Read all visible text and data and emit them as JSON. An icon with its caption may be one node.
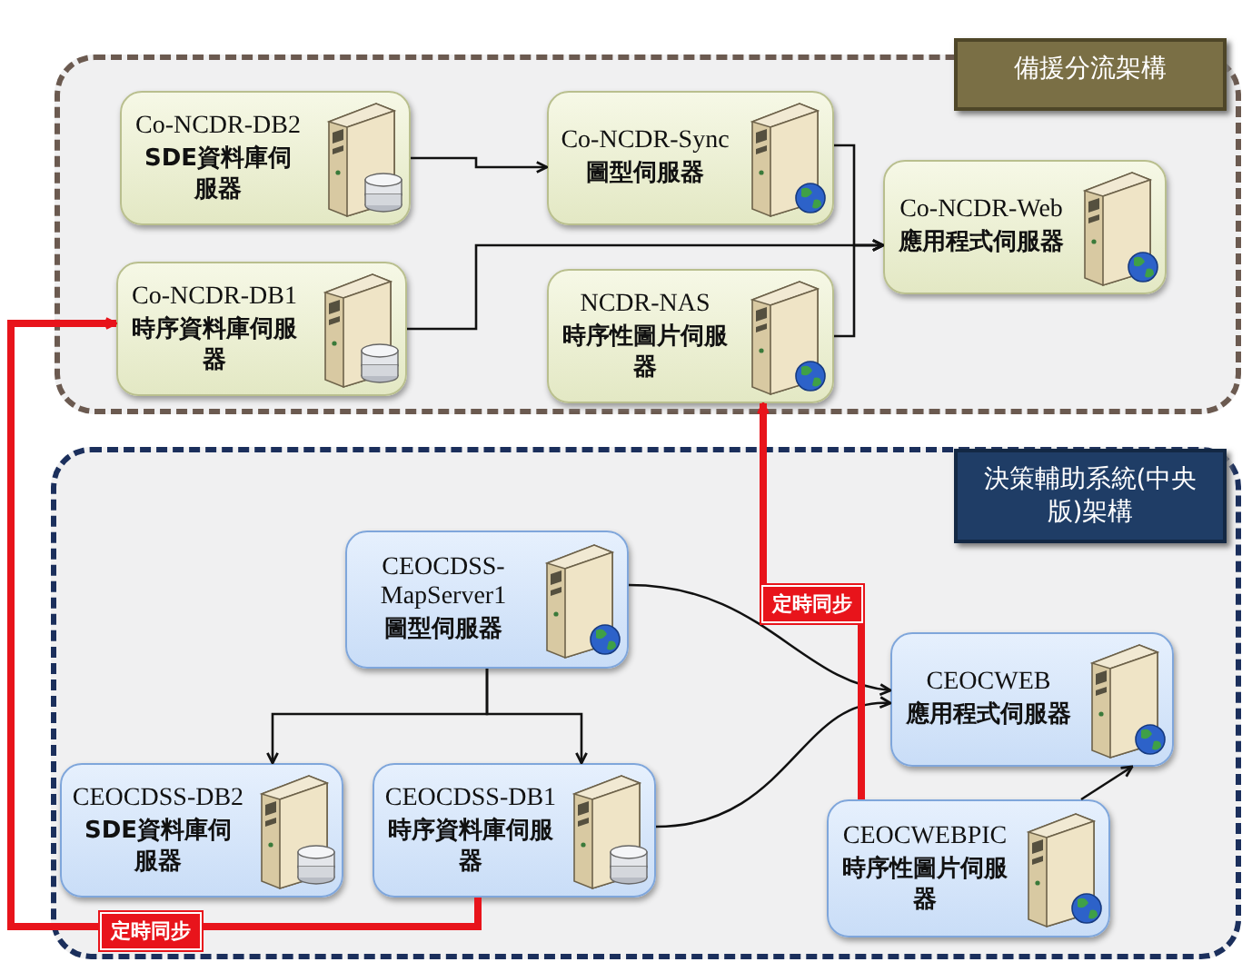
{
  "diagram": {
    "nodes": [
      {
        "text": [
          "備援分流架構"
        ]
      },
      {
        "text": [
          "Co-NCDR-DB2",
          "SDE資料庫伺服器"
        ],
        "in": 0
      },
      {
        "text": [
          "Co-NCDR-DB1",
          "時序資料庫伺服器"
        ],
        "in": 0
      },
      {
        "text": [
          "Co-NCDR-Sync",
          "圖型伺服器"
        ],
        "in": 0
      },
      {
        "text": [
          "NCDR-NAS",
          "時序性圖片伺服器"
        ],
        "in": 0
      },
      {
        "text": [
          "Co-NCDR-Web",
          "應用程式伺服器"
        ],
        "in": 0
      },
      {
        "text": [
          "決策輔助系統(中央版)架構"
        ]
      },
      {
        "text": [
          "CEOCDSS-MapServer1",
          "圖型伺服器"
        ],
        "in": 6
      },
      {
        "text": [
          "CEOCDSS-DB2",
          "SDE資料庫伺服器"
        ],
        "in": 6
      },
      {
        "text": [
          "CEOCDSS-DB1",
          "時序資料庫伺服器"
        ],
        "in": 6
      },
      {
        "text": [
          "CEOCWEB",
          "應用程式伺服器"
        ],
        "in": 6
      },
      {
        "text": [
          "CEOCWEBPIC",
          "時序性圖片伺服器"
        ],
        "in": 6
      }
    ],
    "edges": [
      {
        "from": 1,
        "to": 3,
        "arrow": "to"
      },
      {
        "from": 3,
        "to": 5,
        "arrow": "to"
      },
      {
        "from": 2,
        "to": 5,
        "arrow": "to"
      },
      {
        "from": 4,
        "to": 5,
        "arrow": "to"
      },
      {
        "from": 7,
        "to": 8,
        "arrow": "to"
      },
      {
        "from": 7,
        "to": 9,
        "arrow": "to"
      },
      {
        "from": 7,
        "to": 10,
        "arrow": "to"
      },
      {
        "from": 9,
        "to": 10,
        "arrow": "to"
      },
      {
        "from": 11,
        "to": 10,
        "arrow": "to"
      },
      {
        "from": 9,
        "to": 2,
        "arrow": "to",
        "label": "定時同步",
        "style": "thick",
        "color": "#e8141b"
      },
      {
        "from": 11,
        "to": 4,
        "arrow": "to",
        "label": "定時同步",
        "style": "thick",
        "color": "#e8141b"
      }
    ]
  }
}
